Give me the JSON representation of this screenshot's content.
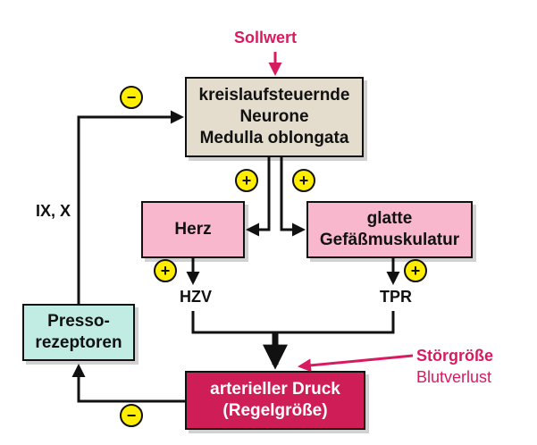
{
  "diagram": {
    "setpoint_label": "Sollwert",
    "control_center": {
      "line1": "kreislaufsteuernde",
      "line2": "Neurone",
      "line3": "Medulla oblongata"
    },
    "heart": "Herz",
    "vascular_muscle": {
      "line1": "glatte",
      "line2": "Gefäßmuskulatur"
    },
    "baroreceptors": {
      "line1": "Presso-",
      "line2": "rezeptoren"
    },
    "arterial_pressure": {
      "line1": "arterieller Druck",
      "line2": "(Regelgröße)"
    },
    "nerves_label": "IX, X",
    "hzv_label": "HZV",
    "tpr_label": "TPR",
    "disturbance": {
      "label": "Störgröße",
      "example": "Blutverlust"
    },
    "signs": {
      "feedback_top": "−",
      "feedback_bottom": "−",
      "to_heart": "+",
      "to_vessels": "+",
      "hzv": "+",
      "tpr": "+"
    },
    "colors": {
      "accent": "#d81b60",
      "control_box": "#e4dccd",
      "effector_box": "#f8b7cd",
      "receptor_box": "#c0ece3",
      "pressure_box": "#cf1e57",
      "sign_fill": "#ffee00"
    }
  }
}
